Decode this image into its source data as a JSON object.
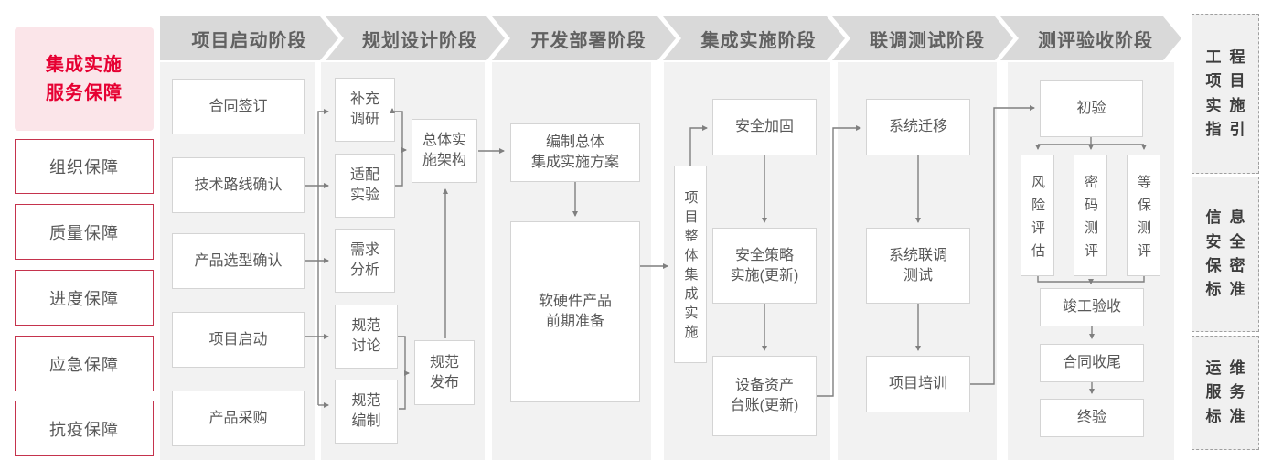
{
  "left_panel": {
    "title": "集成实施\n服务保障",
    "items": [
      "组织保障",
      "质量保障",
      "进度保障",
      "应急保障",
      "抗疫保障"
    ]
  },
  "phases": [
    "项目启动阶段",
    "规划设计阶段",
    "开发部署阶段",
    "集成实施阶段",
    "联调测试阶段",
    "测评验收阶段"
  ],
  "boxes": {
    "p1": [
      "合同签订",
      "技术路线确认",
      "产品选型确认",
      "项目启动",
      "产品采购"
    ],
    "p2": {
      "supplement": "补充\n调研",
      "adapt": "适配\n实验",
      "require": "需求\n分析",
      "spec_discuss": "规范\n讨论",
      "spec_draft": "规范\n编制",
      "architecture": "总体实\n施架构",
      "spec_release": "规范\n发布"
    },
    "p3": {
      "plan": "编制总体\n集成实施方案",
      "prepare": "软硬件产品\n前期准备"
    },
    "p4": {
      "integration": "项目整体集成实施",
      "hardening": "安全加固",
      "policy": "安全策略\n实施(更新)",
      "ledger": "设备资产\n台账(更新)"
    },
    "p5": {
      "migration": "系统迁移",
      "joint_test": "系统联调\n测试",
      "training": "项目培训"
    },
    "p6": {
      "initial": "初验",
      "risk": "风险评估",
      "crypto": "密码测评",
      "mlps": "等保测评",
      "completion": "竣工验收",
      "closure": "合同收尾",
      "final": "终验"
    }
  },
  "right_panel": {
    "items": [
      "工程\n项目\n实施\n指引",
      "信息\n安全\n保密\n标准",
      "运维\n服务\n标准"
    ]
  },
  "colors": {
    "accent_red": "#e60032",
    "pink_bg": "#fbe5e9",
    "red_border": "#c5334d",
    "panel_bg": "#f2f2f2",
    "header_bg": "#d9d9d9",
    "text_gray": "#595959",
    "connector_gray": "#7f7f7f"
  }
}
